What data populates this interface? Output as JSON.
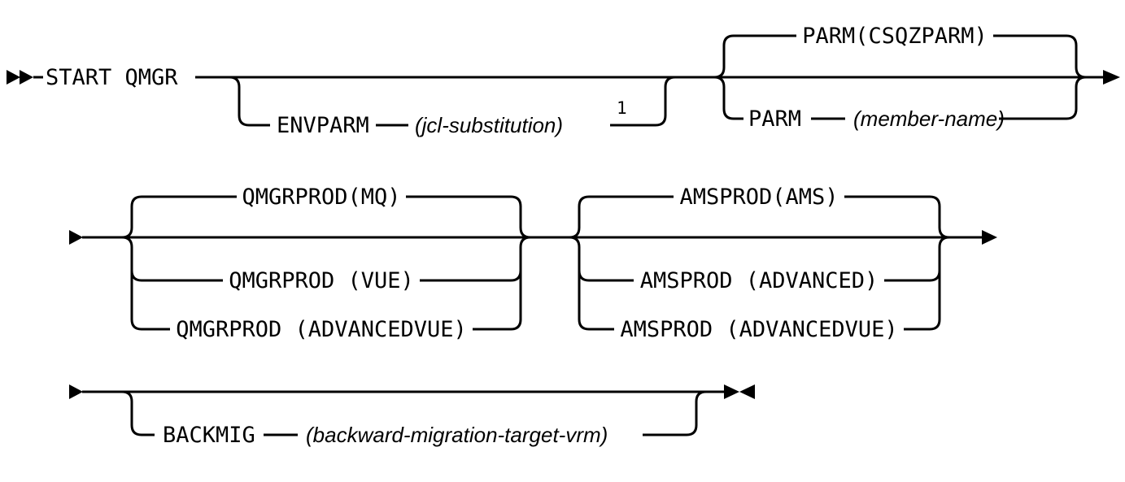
{
  "diagram": {
    "command": "START QMGR",
    "footnote_marker": "1",
    "colors": {
      "foreground": "#000000",
      "background": "#ffffff"
    },
    "icons": {
      "start": "double-right-arrowheads",
      "continue": "right-arrowhead",
      "end": "bowtie-arrowheads"
    },
    "envparm": {
      "keyword": "ENVPARM",
      "value": "(jcl-substitution)"
    },
    "parm": {
      "default": "PARM(CSQZPARM)",
      "keyword": "PARM",
      "value": "(member-name)"
    },
    "qmgrprod": {
      "default": "QMGRPROD(MQ)",
      "options": [
        "QMGRPROD (VUE)",
        "QMGRPROD (ADVANCEDVUE)"
      ]
    },
    "amsprod": {
      "default": "AMSPROD(AMS)",
      "options": [
        "AMSPROD (ADVANCED)",
        "AMSPROD (ADVANCEDVUE)"
      ]
    },
    "backmig": {
      "keyword": "BACKMIG",
      "value": "(backward-migration-target-vrm)"
    }
  }
}
